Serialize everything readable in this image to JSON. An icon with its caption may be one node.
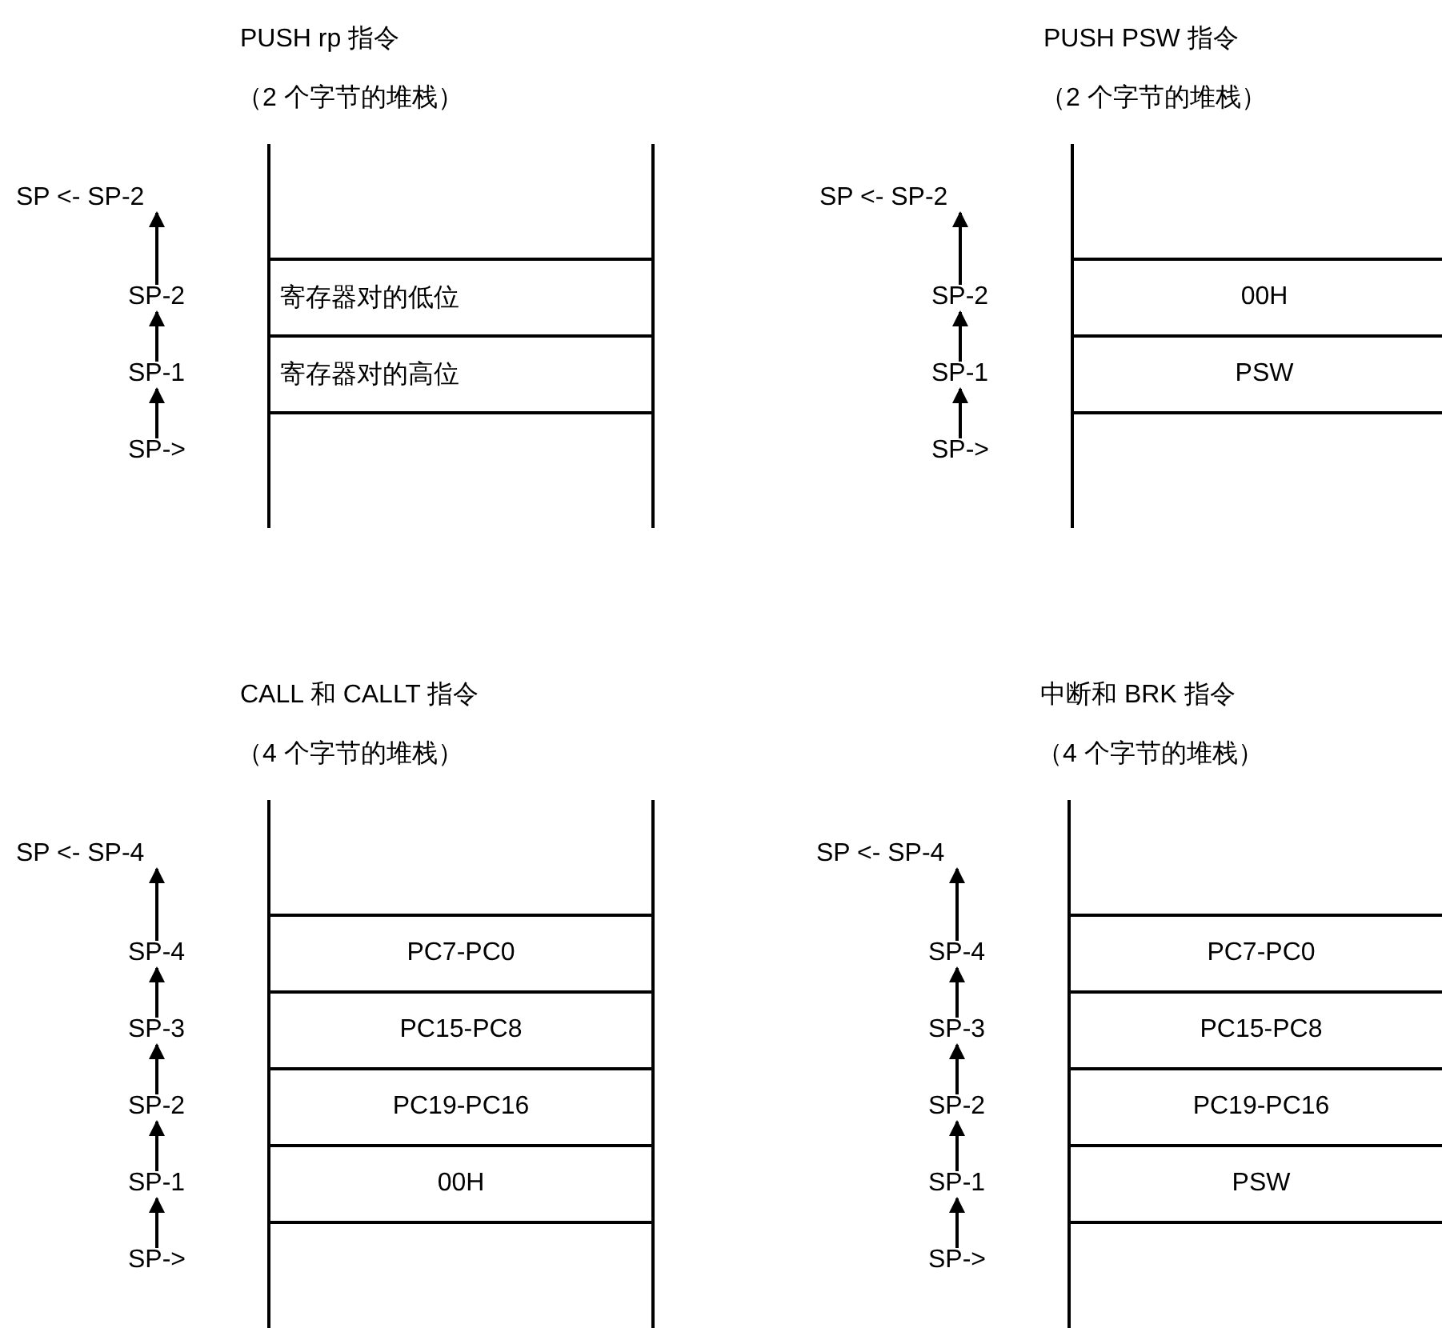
{
  "diagram": {
    "nodes": [
      {
        "text": [
          "SP <- SP-2"
        ]
      },
      {
        "text": [
          "SP-2"
        ]
      },
      {
        "text": [
          "寄存器对的低位"
        ]
      },
      {
        "text": [
          "SP-1"
        ]
      },
      {
        "text": [
          "寄存器对的高位"
        ]
      },
      {
        "text": [
          "SP->"
        ]
      },
      {
        "text": [
          "SP <- SP-2"
        ]
      },
      {
        "text": [
          "SP-2"
        ]
      },
      {
        "text": [
          "00H"
        ]
      },
      {
        "text": [
          "SP-1"
        ]
      },
      {
        "text": [
          "PSW"
        ]
      },
      {
        "text": [
          "SP->"
        ]
      },
      {
        "text": [
          "SP <- SP-4"
        ]
      },
      {
        "text": [
          "SP-4"
        ]
      },
      {
        "text": [
          "PC7-PC0"
        ]
      },
      {
        "text": [
          "SP-3"
        ]
      },
      {
        "text": [
          "PC15-PC8"
        ]
      },
      {
        "text": [
          "SP-2"
        ]
      },
      {
        "text": [
          "PC19-PC16"
        ]
      },
      {
        "text": [
          "SP-1"
        ]
      },
      {
        "text": [
          "00H"
        ]
      },
      {
        "text": [
          "SP->"
        ]
      },
      {
        "text": [
          "SP <- SP-4"
        ]
      },
      {
        "text": [
          "SP-4"
        ]
      },
      {
        "text": [
          "PC7-PC0"
        ]
      },
      {
        "text": [
          "SP-3"
        ]
      },
      {
        "text": [
          "PC15-PC8"
        ]
      },
      {
        "text": [
          "SP-2"
        ]
      },
      {
        "text": [
          "PC19-PC16"
        ]
      },
      {
        "text": [
          "SP-1"
        ]
      },
      {
        "text": [
          "PSW"
        ]
      },
      {
        "text": [
          "SP->"
        ]
      }
    ],
    "edges": [
      {
        "from": 5,
        "to": 3,
        "arrow": "to"
      },
      {
        "from": 3,
        "to": 1,
        "arrow": "to"
      },
      {
        "from": 1,
        "to": 0,
        "arrow": "to"
      },
      {
        "from": 11,
        "to": 9,
        "arrow": "to"
      },
      {
        "from": 9,
        "to": 7,
        "arrow": "to"
      },
      {
        "from": 7,
        "to": 6,
        "arrow": "to"
      },
      {
        "from": 21,
        "to": 19,
        "arrow": "to"
      },
      {
        "from": 19,
        "to": 17,
        "arrow": "to"
      },
      {
        "from": 17,
        "to": 15,
        "arrow": "to"
      },
      {
        "from": 15,
        "to": 13,
        "arrow": "to"
      },
      {
        "from": 13,
        "to": 12,
        "arrow": "to"
      },
      {
        "from": 31,
        "to": 29,
        "arrow": "to"
      },
      {
        "from": 29,
        "to": 27,
        "arrow": "to"
      },
      {
        "from": 27,
        "to": 25,
        "arrow": "to"
      },
      {
        "from": 25,
        "to": 23,
        "arrow": "to"
      },
      {
        "from": 23,
        "to": 22,
        "arrow": "to"
      }
    ],
    "labels": [
      "PUSH rp 指令",
      "（2 个字节的堆栈）",
      "PUSH PSW 指令",
      "（2 个字节的堆栈）",
      "CALL 和 CALLT 指令",
      "（4 个字节的堆栈）",
      "中断和 BRK 指令",
      "（4 个字节的堆栈）"
    ]
  }
}
